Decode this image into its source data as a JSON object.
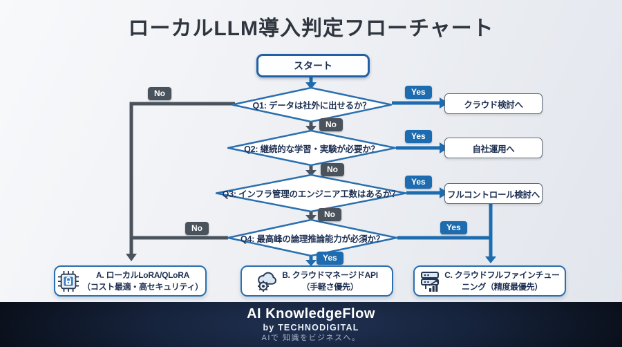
{
  "title": "ローカルLLM導入判定フローチャート",
  "labels": {
    "yes": "Yes",
    "no": "No"
  },
  "flow": {
    "start": "スタート",
    "questions": [
      {
        "id": "Q1",
        "text": "Q1: データは社外に出せるか？"
      },
      {
        "id": "Q2",
        "text": "Q2: 継続的な学習・実験が必要か？"
      },
      {
        "id": "Q3",
        "text": "Q3: インフラ管理のエンジニア工数はあるか？"
      },
      {
        "id": "Q4",
        "text": "Q4: 最高峰の論理推論能力が必須か？"
      }
    ],
    "side_results": [
      {
        "label": "クラウド検討へ"
      },
      {
        "label": "自社運用へ"
      },
      {
        "label": "フルコントロール検討へ"
      }
    ],
    "outcomes": [
      {
        "icon": "chip-lock-icon",
        "lines": [
          "A. ローカルLoRA/QLoRA",
          "（コスト最適・高セキュリティ）"
        ]
      },
      {
        "icon": "cloud-gear-icon",
        "lines": [
          "B. クラウドマネージドAPI",
          "（手軽さ優先）"
        ]
      },
      {
        "icon": "server-chart-icon",
        "lines": [
          "C. クラウドフルファインチュー",
          "ニング（精度最優先）"
        ]
      }
    ]
  },
  "footer": {
    "brand": "AI KnowledgeFlow",
    "byline": "by TECHNODIGITAL",
    "tagline": "AIで 知識をビジネスへ。"
  },
  "colors": {
    "accent_blue": "#1d6cb0",
    "branch_no_gray": "#4a525c",
    "diamond_border_blue": "#2a6faf",
    "text_navy": "#1d2f52",
    "footer_navy": "#16233c"
  }
}
